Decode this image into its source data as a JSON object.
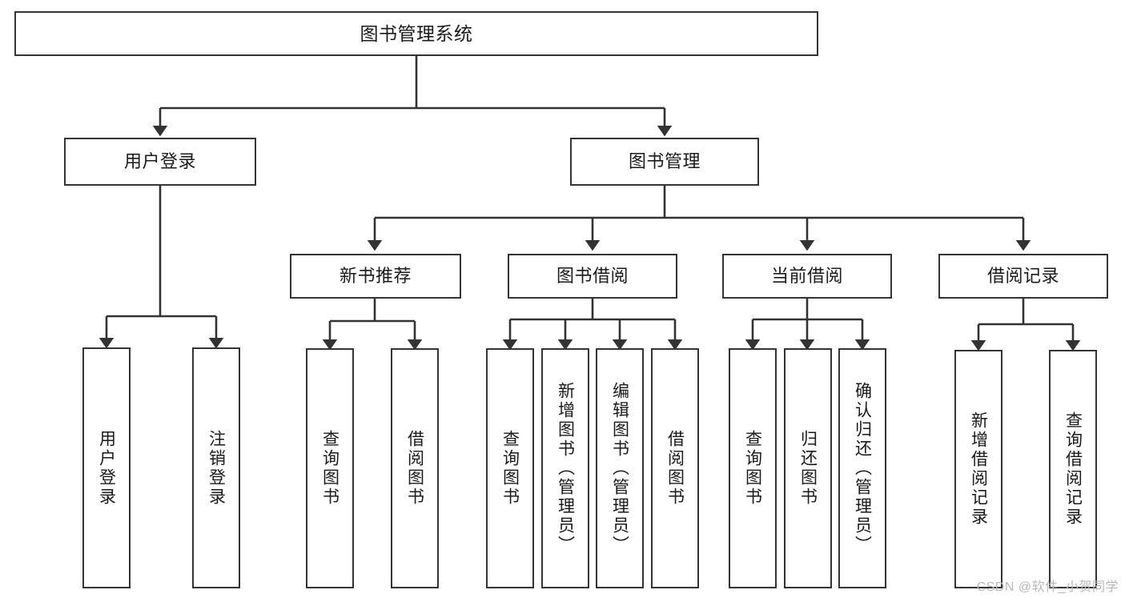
{
  "diagram": {
    "title": "图书管理系统",
    "watermark": "CSDN @软件_小贺同学",
    "accent_color": "#333333",
    "background_color": "#ffffff",
    "nodes": {
      "root": "图书管理系统",
      "level1": {
        "user_login": "用户登录",
        "book_management": "图书管理"
      },
      "level2": {
        "new_book_recommend": "新书推荐",
        "book_borrow": "图书借阅",
        "current_borrow": "当前借阅",
        "borrow_record": "借阅记录"
      },
      "leaves": {
        "user_login_1": "用户登录",
        "user_login_2": "注销登录",
        "new_book_1": "查询图书",
        "new_book_2": "借阅图书",
        "book_borrow_1": "查询图书",
        "book_borrow_2": "新增图书（管理员）",
        "book_borrow_3": "编辑图书（管理员）",
        "book_borrow_4": "借阅图书",
        "current_borrow_1": "查询图书",
        "current_borrow_2": "归还图书",
        "current_borrow_3": "确认归还（管理员）",
        "borrow_record_1": "新增借阅记录",
        "borrow_record_2": "查询借阅记录"
      }
    }
  },
  "chart_data": {
    "type": "diagram",
    "subtype": "tree",
    "title": "图书管理系统",
    "orientation": "top-down",
    "levels": 4,
    "edge_style": "orthogonal-arrow",
    "tree": {
      "name": "图书管理系统",
      "children": [
        {
          "name": "用户登录",
          "children": [
            {
              "name": "用户登录",
              "children": []
            },
            {
              "name": "注销登录",
              "children": []
            }
          ]
        },
        {
          "name": "图书管理",
          "children": [
            {
              "name": "新书推荐",
              "children": [
                {
                  "name": "查询图书",
                  "children": []
                },
                {
                  "name": "借阅图书",
                  "children": []
                }
              ]
            },
            {
              "name": "图书借阅",
              "children": [
                {
                  "name": "查询图书",
                  "children": []
                },
                {
                  "name": "新增图书（管理员）",
                  "children": []
                },
                {
                  "name": "编辑图书（管理员）",
                  "children": []
                },
                {
                  "name": "借阅图书",
                  "children": []
                }
              ]
            },
            {
              "name": "当前借阅",
              "children": [
                {
                  "name": "查询图书",
                  "children": []
                },
                {
                  "name": "归还图书",
                  "children": []
                },
                {
                  "name": "确认归还（管理员）",
                  "children": []
                }
              ]
            },
            {
              "name": "借阅记录",
              "children": [
                {
                  "name": "新增借阅记录",
                  "children": []
                },
                {
                  "name": "查询借阅记录",
                  "children": []
                }
              ]
            }
          ]
        }
      ]
    }
  }
}
